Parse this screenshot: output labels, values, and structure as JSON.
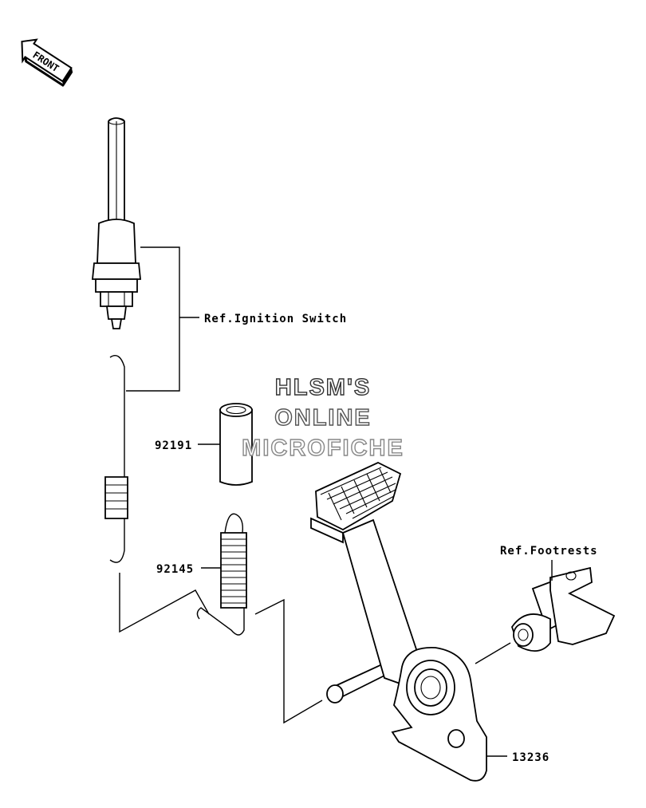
{
  "front_badge": {
    "text": "FRONT",
    "icon": "front-arrow-icon"
  },
  "callouts": {
    "ignition_switch": "Ref.Ignition Switch",
    "part_92191": "92191",
    "part_92145": "92145",
    "footrests": "Ref.Footrests",
    "part_13236": "13236"
  },
  "watermark": {
    "line1": "HLSM'S",
    "line2": "ONLINE",
    "line3": "MICROFICHE",
    "colors": {
      "line1": "#333333",
      "line2": "#555555",
      "line3": "#888888"
    }
  }
}
